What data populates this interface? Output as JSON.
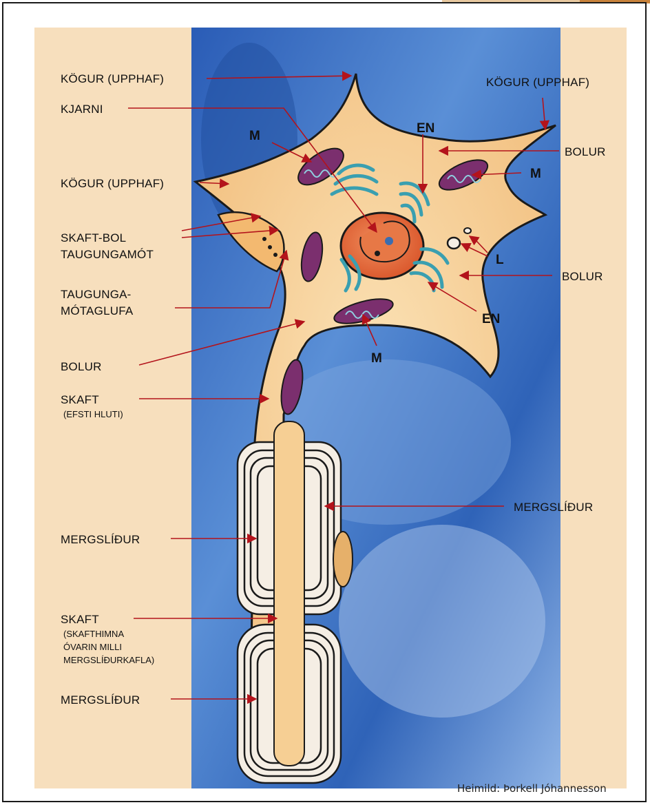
{
  "labels": {
    "kogur_1": "KÖGUR (UPPHAF)",
    "kogur_2": "KÖGUR (UPPHAF)",
    "kogur_3": "KÖGUR (UPPHAF)",
    "kjarni": "KJARNI",
    "skaft_bol_1": "SKAFT-BOL",
    "skaft_bol_2": "TAUGUNGAMÓT",
    "taugunga_1": "TAUGUNGA-",
    "taugunga_2": "MÓTAGLUFA",
    "bolur_1": "BOLUR",
    "bolur_2": "BOLUR",
    "bolur_3": "BOLUR",
    "skaft_efsti": "SKAFT",
    "skaft_efsti_sub": "(EFSTI HLUTI)",
    "mergslidur_1": "MERGSLÍÐUR",
    "mergslidur_2": "MERGSLÍÐUR",
    "mergslidur_3": "MERGSLÍÐUR",
    "skaft_2": "SKAFT",
    "skaft_2_sub_1": "(SKAFTHIMNA",
    "skaft_2_sub_2": "ÓVARIN MILLI",
    "skaft_2_sub_3": "MERGSLÍÐURKAFLA)"
  },
  "tags": {
    "m_1": "M",
    "m_2": "M",
    "m_3": "M",
    "en_1": "EN",
    "en_2": "EN",
    "l": "L"
  },
  "credit": "Heimild: Þorkell Jóhannesson",
  "colors": {
    "arrow": "#b3131b",
    "cytoplasm": "#f6cf94",
    "background_blue": "#2f63b8",
    "side_panels": "#f7dfbd",
    "nucleus": "#e86a3a",
    "organelle_teal": "#3a9fb0",
    "mitochondria": "#7b2f6e"
  }
}
